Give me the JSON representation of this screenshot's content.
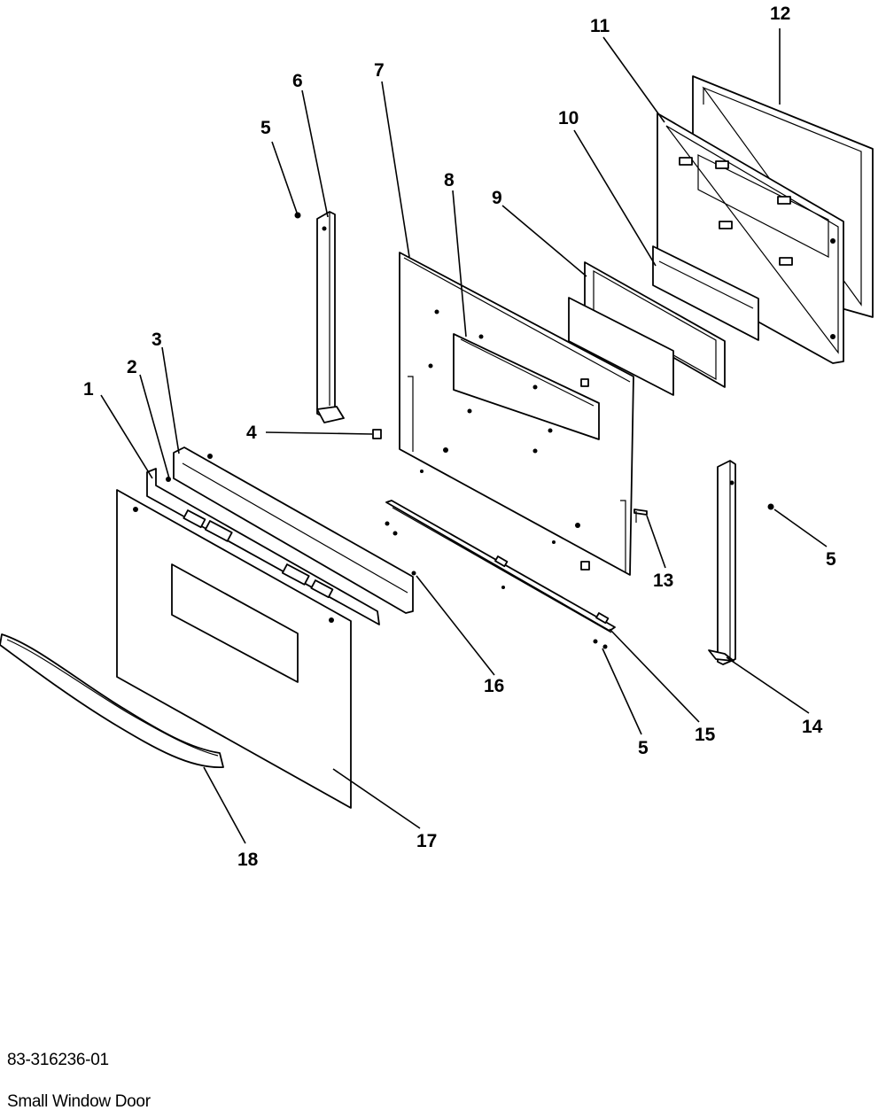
{
  "callouts": [
    {
      "id": "c1",
      "text": "1"
    },
    {
      "id": "c2",
      "text": "2"
    },
    {
      "id": "c3",
      "text": "3"
    },
    {
      "id": "c4",
      "text": "4"
    },
    {
      "id": "c5a",
      "text": "5"
    },
    {
      "id": "c5b",
      "text": "5"
    },
    {
      "id": "c5c",
      "text": "5"
    },
    {
      "id": "c6",
      "text": "6"
    },
    {
      "id": "c7",
      "text": "7"
    },
    {
      "id": "c8",
      "text": "8"
    },
    {
      "id": "c9",
      "text": "9"
    },
    {
      "id": "c10",
      "text": "10"
    },
    {
      "id": "c11",
      "text": "11"
    },
    {
      "id": "c12",
      "text": "12"
    },
    {
      "id": "c13",
      "text": "13"
    },
    {
      "id": "c14",
      "text": "14"
    },
    {
      "id": "c15",
      "text": "15"
    },
    {
      "id": "c16",
      "text": "16"
    },
    {
      "id": "c17",
      "text": "17"
    },
    {
      "id": "c18",
      "text": "18"
    }
  ],
  "footer": {
    "part_number": "83-316236-01",
    "title": "Small Window Door"
  }
}
